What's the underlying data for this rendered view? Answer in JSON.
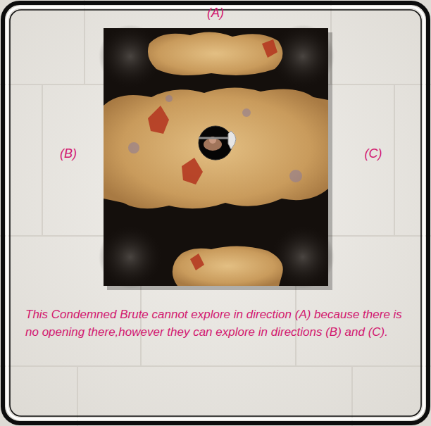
{
  "diagram": {
    "caption": "This Condemned Brute cannot explore in direction (A) because there is no opening there,however they can explore in directions (B) and (C).",
    "labels": [
      "(A)",
      "(B)",
      "(C)"
    ]
  }
}
